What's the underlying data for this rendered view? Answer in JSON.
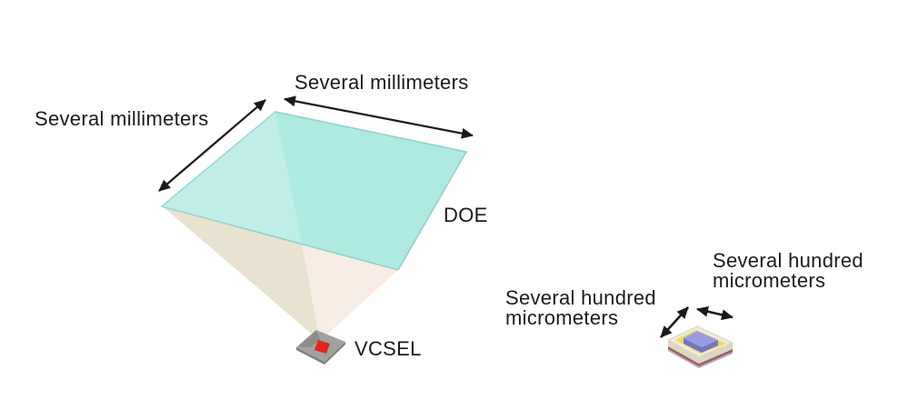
{
  "figure": {
    "labels": {
      "doe_depth": "Several millimeters",
      "doe_width": "Several millimeters",
      "doe": "DOE",
      "vcsel": "VCSEL",
      "chip_depth_line1": "Several hundred",
      "chip_depth_line2": "micrometers",
      "chip_width_line1": "Several hundred",
      "chip_width_line2": "micrometers"
    },
    "colors": {
      "background": "#ffffff",
      "text": "#1b1b1b",
      "arrow": "#1a1a1a",
      "doe_fill": "#aee9e2",
      "doe_edge": "#8fd2c9",
      "beam_left": "#e8e2d0",
      "beam_right": "#f7ede4",
      "vcsel_body": "#a1a19d",
      "vcsel_side": "#7f7f7b",
      "vcsel_emitter": "#e3251d",
      "chip_top": "#efeadb",
      "chip_ring": "#f2d95c",
      "chip_die_top": "#9b9be0",
      "chip_die_front": "#7276bf",
      "chip_side": "#dcd7c3",
      "chip_base": "#9c6156",
      "chip_base2": "#b0a8c8"
    }
  }
}
